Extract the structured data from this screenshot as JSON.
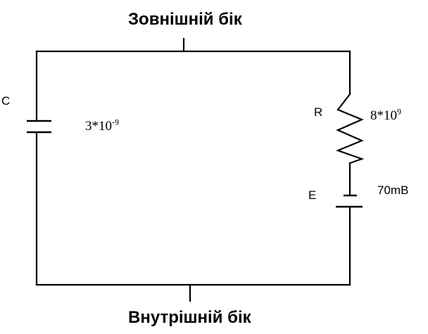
{
  "labels": {
    "outer_side": "Зовнішній бік",
    "inner_side": "Внутрішній бік",
    "capacitor_symbol": "C",
    "resistor_symbol": "R",
    "battery_symbol": "E"
  },
  "values": {
    "capacitance_mantissa": "3*10",
    "capacitance_exponent": "-9",
    "resistance_mantissa": "8*10",
    "resistance_exponent": "9",
    "emf": "70mB"
  }
}
